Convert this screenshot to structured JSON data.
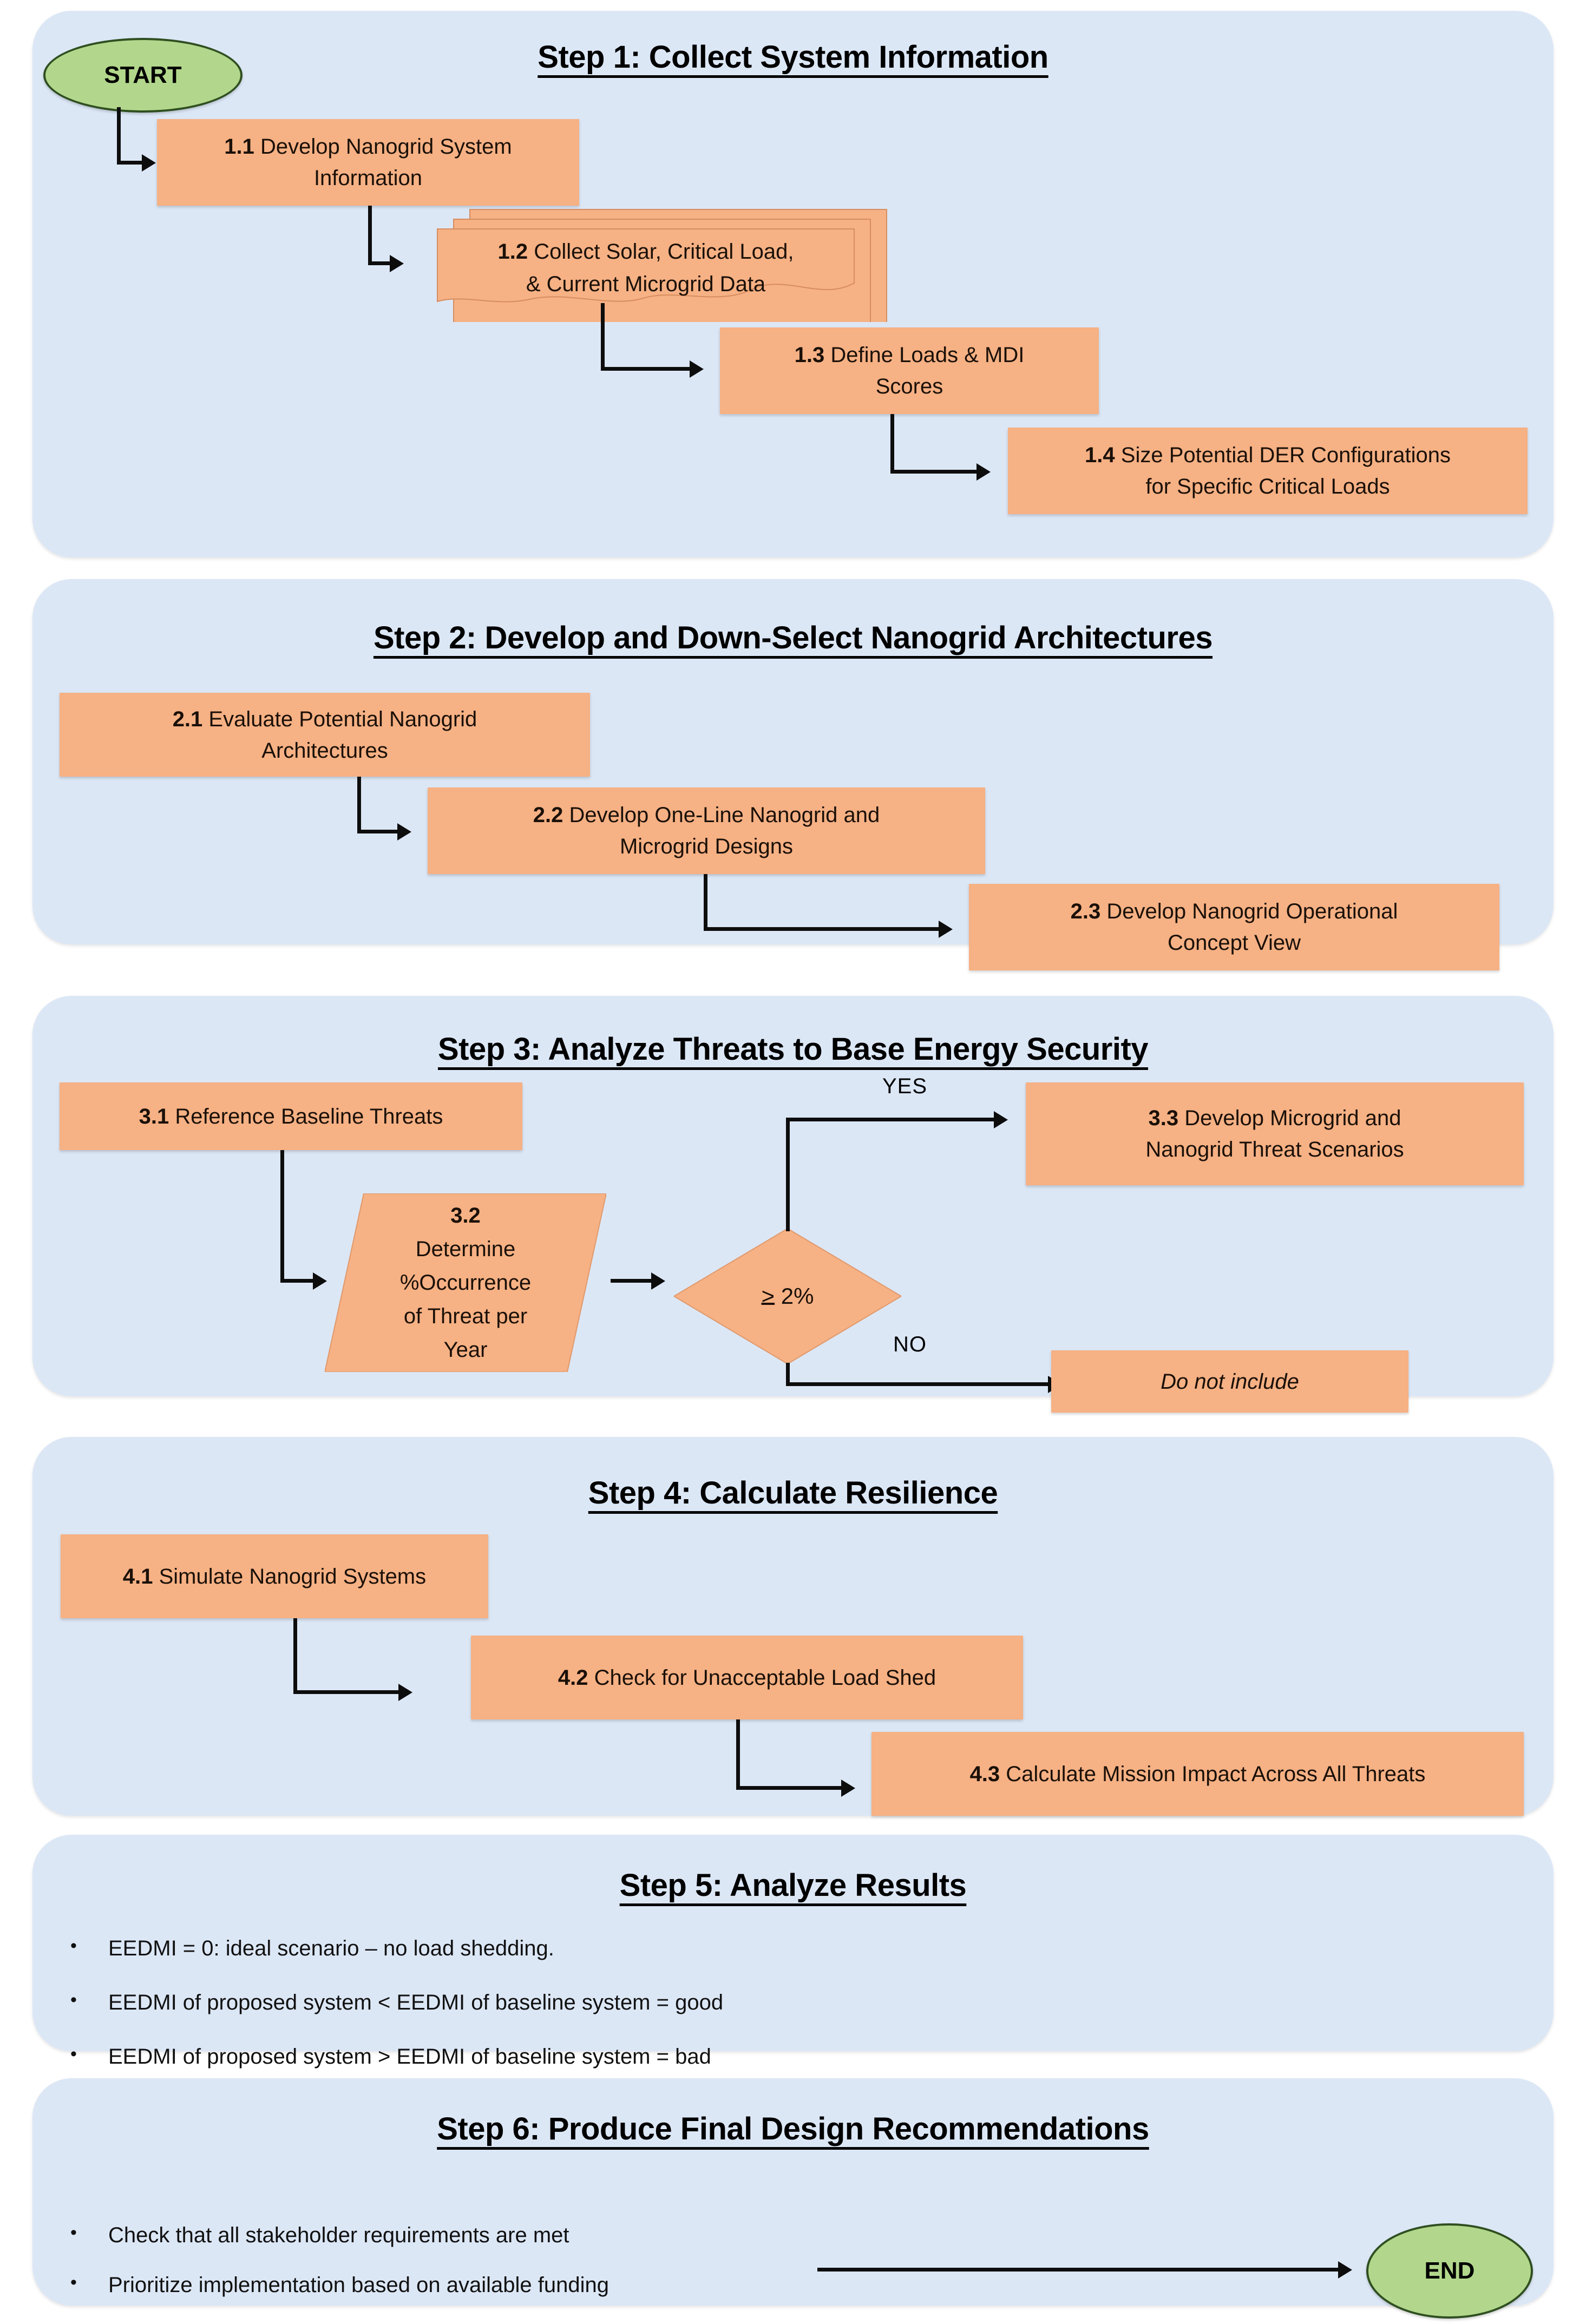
{
  "terminators": {
    "start": "START",
    "end": "END"
  },
  "panels": [
    {
      "title": "Step 1: Collect System Information",
      "boxes": [
        {
          "num": "1.1",
          "text": "Develop Nanogrid System Information"
        },
        {
          "num": "1.2",
          "text": "Collect Solar, Critical Load, & Current Microgrid Data"
        },
        {
          "num": "1.3",
          "text": "Define Loads & MDI Scores"
        },
        {
          "num": "1.4",
          "text": "Size Potential DER Configurations for Specific Critical Loads"
        }
      ]
    },
    {
      "title": "Step 2: Develop and Down-Select Nanogrid Architectures",
      "boxes": [
        {
          "num": "2.1",
          "text": "Evaluate Potential Nanogrid Architectures"
        },
        {
          "num": "2.2",
          "text": "Develop One-Line Nanogrid and Microgrid Designs"
        },
        {
          "num": "2.3",
          "text": "Develop Nanogrid Operational Concept View"
        }
      ]
    },
    {
      "title": "Step 3: Analyze Threats to Base Energy Security",
      "boxes": [
        {
          "num": "3.1",
          "text": "Reference Baseline Threats"
        },
        {
          "num": "3.2",
          "text": "Determine %Occurrence of Threat per Year"
        },
        {
          "num": "3.3",
          "text": "Develop Microgrid and Nanogrid Threat Scenarios"
        }
      ],
      "decision": "≥ 2%",
      "decision_symbol": ">",
      "decision_value": "2%",
      "yes_label": "YES",
      "no_label": "NO",
      "reject_box": "Do not include"
    },
    {
      "title": "Step 4: Calculate Resilience",
      "boxes": [
        {
          "num": "4.1",
          "text": "Simulate Nanogrid Systems"
        },
        {
          "num": "4.2",
          "text": "Check for Unacceptable Load Shed"
        },
        {
          "num": "4.3",
          "text": "Calculate Mission Impact Across All Threats"
        }
      ]
    },
    {
      "title": "Step 5: Analyze Results",
      "bullets": [
        "EEDMI = 0: ideal scenario – no load shedding.",
        "EEDMI of proposed system < EEDMI of baseline system = good",
        "EEDMI of proposed system > EEDMI of baseline system = bad"
      ]
    },
    {
      "title": "Step 6: Produce Final Design Recommendations",
      "bullets": [
        "Check that all stakeholder requirements are met",
        "Prioritize implementation based on available funding"
      ]
    }
  ],
  "step1": {
    "b11_num": "1.1",
    "b11_text": "Develop Nanogrid System",
    "b11_text2": "Information",
    "b12_num": "1.2",
    "b12_l1": "Collect Solar, Critical Load,",
    "b12_l2": "& Current Microgrid Data",
    "b13_num": "1.3",
    "b13_l1": "Define Loads & MDI",
    "b13_l2": "Scores",
    "b14_num": "1.4",
    "b14_l1": "Size Potential DER Configurations",
    "b14_l2": "for Specific Critical Loads"
  },
  "step2": {
    "b21_num": "2.1",
    "b21_l1": "Evaluate Potential Nanogrid",
    "b21_l2": "Architectures",
    "b22_num": "2.2",
    "b22_l1": "Develop One-Line Nanogrid and",
    "b22_l2": "Microgrid Designs",
    "b23_num": "2.3",
    "b23_l1": "Develop Nanogrid Operational",
    "b23_l2": "Concept View"
  },
  "step3": {
    "b31_num": "3.1",
    "b31_l1": "Reference Baseline Threats",
    "b32_num": "3.2",
    "b32_l1": "Determine",
    "b32_l2": "%Occurrence",
    "b32_l3": "of Threat per",
    "b32_l4": "Year",
    "b33_num": "3.3",
    "b33_l1": "Develop Microgrid and",
    "b33_l2": "Nanogrid Threat Scenarios",
    "decision_op": ">",
    "decision_val": "2%",
    "yes": "YES",
    "no": "NO",
    "reject": "Do not include"
  },
  "step4": {
    "b41_num": "4.1",
    "b41_l1": "Simulate Nanogrid Systems",
    "b42_num": "4.2",
    "b42_l1": "Check for Unacceptable Load Shed",
    "b43_num": "4.3",
    "b43_l1": "Calculate Mission Impact Across All Threats"
  },
  "step5": {
    "bullet1": "EEDMI = 0: ideal scenario – no load shedding.",
    "bullet2": "EEDMI of proposed system < EEDMI of baseline system = good",
    "bullet3": "EEDMI of proposed system > EEDMI of baseline system = bad"
  },
  "step6": {
    "bullet1": "Check that all stakeholder requirements are met",
    "bullet2": "Prioritize implementation based on available funding"
  },
  "colors": {
    "panel_bg": "#dce7f6",
    "process_fill": "#f6b184",
    "terminator_fill": "#b2d78c",
    "terminator_stroke": "#2f4f20",
    "connector": "#0d0d0d"
  },
  "bullet_glyph": "•"
}
